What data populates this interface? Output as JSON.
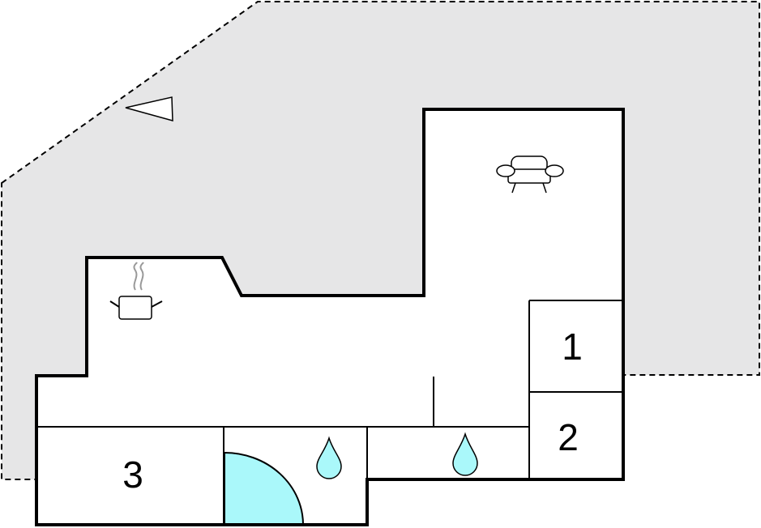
{
  "floorplan": {
    "colors": {
      "terrace": "#e6e6e7",
      "wall": "#000000",
      "water": "#aaf8fa",
      "steam": "#999999"
    },
    "icons": [
      "north-arrow-icon",
      "sofa-icon",
      "cooking-pot-icon",
      "water-drop-icon",
      "shower-icon"
    ],
    "room_labels": {
      "room_1": "1",
      "room_2": "2",
      "room_3": "3"
    }
  }
}
